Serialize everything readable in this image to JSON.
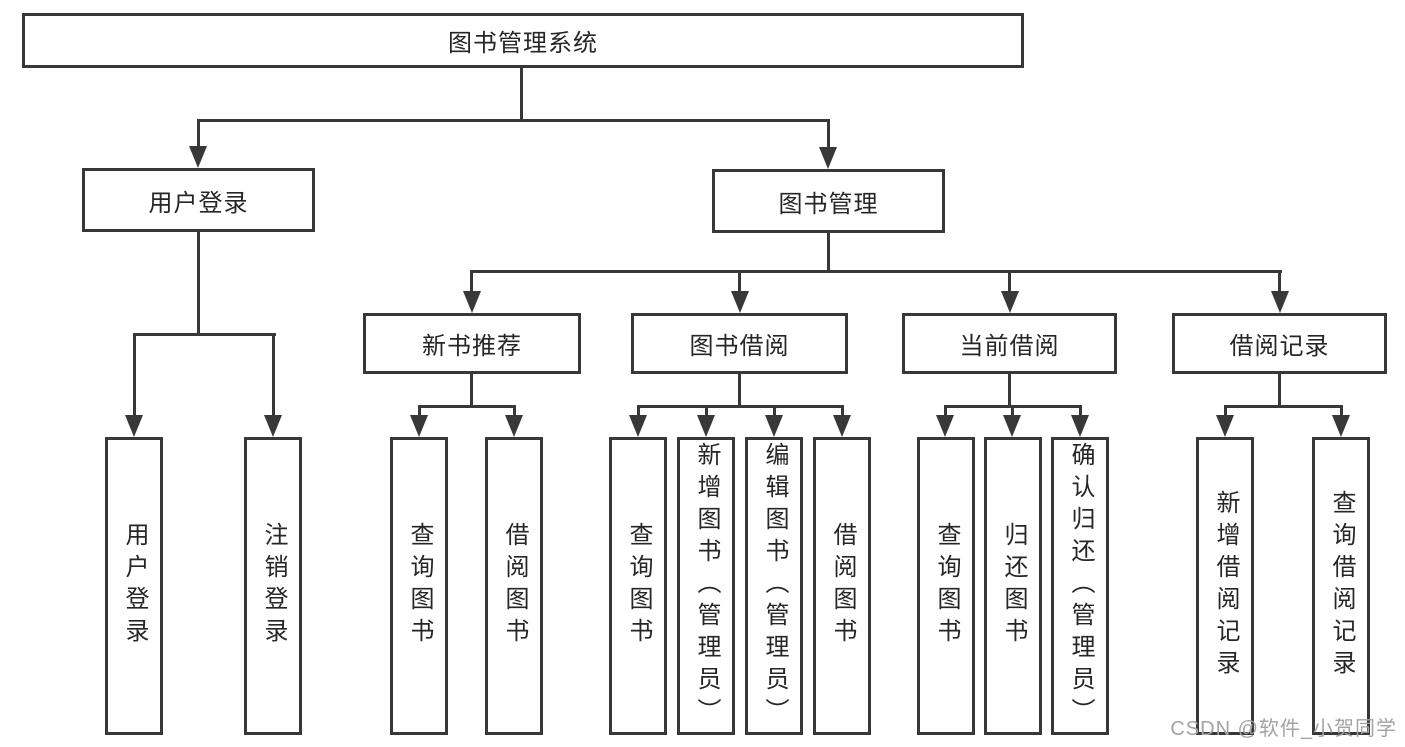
{
  "diagram": {
    "root": {
      "label": "图书管理系统"
    },
    "nodes": {
      "user_login": {
        "label": "用户登录"
      },
      "book_mgmt": {
        "label": "图书管理"
      },
      "new_books": {
        "label": "新书推荐"
      },
      "book_borrow": {
        "label": "图书借阅"
      },
      "current_borrow": {
        "label": "当前借阅"
      },
      "borrow_records": {
        "label": "借阅记录"
      }
    },
    "leaves": {
      "user_login": [
        "用户登录",
        "注销登录"
      ],
      "new_books": [
        "查询图书",
        "借阅图书"
      ],
      "book_borrow": [
        "查询图书",
        "新增图书（管理员）",
        "编辑图书（管理员）",
        "借阅图书"
      ],
      "current_borrow": [
        "查询图书",
        "归还图书",
        "确认归还（管理员）"
      ],
      "borrow_records": [
        "新增借阅记录",
        "查询借阅记录"
      ]
    },
    "watermark": "CSDN @软件_小贺同学",
    "colors": {
      "line": "#383838",
      "text": "#262626",
      "watermark": "#a3a3a3",
      "background": "#ffffff"
    }
  }
}
